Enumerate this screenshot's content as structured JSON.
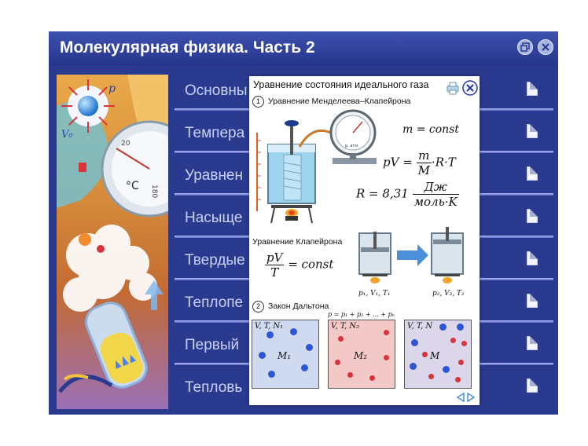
{
  "window": {
    "title": "Молекулярная физика. Часть 2",
    "buttons": {
      "restore_icon": "restore-icon",
      "close_icon": "close-icon"
    }
  },
  "left_panel": {
    "p_label": "p",
    "v0_label": "V₀",
    "celsius_label": "°C",
    "gauge_20": "20",
    "gauge_180": "180"
  },
  "menu": {
    "items": [
      {
        "label": "Основны"
      },
      {
        "label": "Темпера"
      },
      {
        "label": "Уравнен"
      },
      {
        "label": "Насыще"
      },
      {
        "label": "Твердые"
      },
      {
        "label": "Теплопе"
      },
      {
        "label": "Первый"
      },
      {
        "label": "Тепловь"
      }
    ]
  },
  "popup": {
    "title": "Уравнение состояния идеального газа",
    "section1_num": "1",
    "section1_title": "Уравнение Менделеева–Клапейрона",
    "gauge_unit": "р, атм",
    "f_mconst": "m = const",
    "f_pv_left": "pV =",
    "f_m": "m",
    "f_M": "M",
    "f_rt": "·R·T",
    "f_r_left": "R = 8,31",
    "f_dj": "Дж",
    "f_molk": "моль·K",
    "clapeyron_title": "Уравнение Клапейрона",
    "f_pV": "pV",
    "f_T": "T",
    "f_const": "= const",
    "state1": "p₁, V₁, T₁",
    "state2": "p₂, V₂, T₂",
    "section2_num": "2",
    "section2_title": "Закон Дальтона",
    "dalton_sum": "p = p₁ + p₂ + ... + pₙ",
    "box1_label": "V, T, N₁",
    "box1_mass": "M₁",
    "box2_label": "V, T, N₂",
    "box2_mass": "M₂",
    "box3_label": "V, T, N",
    "box3_mass": "M"
  },
  "colors": {
    "frame": "#2a3a8f",
    "title_text": "#ffffff",
    "menu_text": "#c9d2ff",
    "blue_molecule": "#2d56d6",
    "red_molecule": "#d8343a"
  }
}
